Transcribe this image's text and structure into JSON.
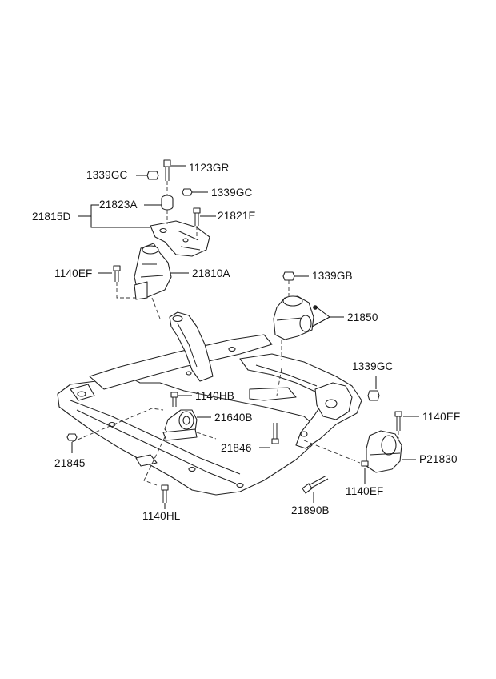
{
  "diagram": {
    "labels": {
      "p1339GC_top": "1339GC",
      "p1123GR": "1123GR",
      "p1339GC_mid": "1339GC",
      "p21823A": "21823A",
      "p21815D": "21815D",
      "p21821E": "21821E",
      "p1140EF_left": "1140EF",
      "p21810A": "21810A",
      "p1339GB": "1339GB",
      "p21850": "21850",
      "p1339GC_right": "1339GC",
      "p1140HB": "1140HB",
      "p21640B": "21640B",
      "p1140EF_right": "1140EF",
      "p21846": "21846",
      "pP21830": "P21830",
      "p21845": "21845",
      "p1140EF_bottom": "1140EF",
      "p1140HL": "1140HL",
      "p21890B": "21890B"
    }
  }
}
